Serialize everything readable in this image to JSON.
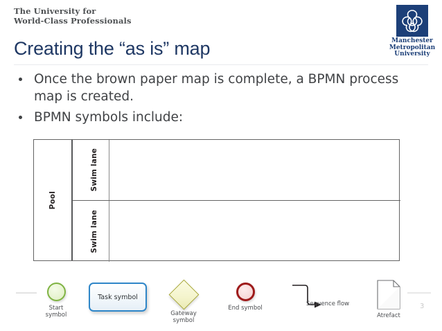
{
  "header": {
    "strapline_line1": "The University for",
    "strapline_line2": "World-Class Professionals",
    "logo": {
      "name": "manchester-metropolitan-university-logo",
      "line1": "Manchester",
      "line2": "Metropolitan",
      "line3": "University",
      "mark_color": "#1c3f78",
      "text_color": "#1c3f78"
    }
  },
  "title": "Creating the “as is” map",
  "bullets": [
    "Once the brown paper map is complete, a BPMN process map is created.",
    "BPMN symbols include:"
  ],
  "pool_diagram": {
    "pool_label": "Pool",
    "lanes": [
      {
        "label": "Swim lane"
      },
      {
        "label": "Swim lane"
      }
    ],
    "border_color": "#636363"
  },
  "symbols": [
    {
      "id": "start",
      "caption": "Start\nsymbol",
      "shape": "circle",
      "stroke": "#7fb342",
      "fill": "#e6f3cf"
    },
    {
      "id": "task",
      "caption": "",
      "label": "Task symbol",
      "shape": "rounded-rectangle",
      "stroke": "#2e86c8",
      "fill": "#f2f7fb"
    },
    {
      "id": "gateway",
      "caption": "Gateway\nsymbol",
      "shape": "diamond",
      "stroke": "#a6a634",
      "fill": "#f4f4cc"
    },
    {
      "id": "end",
      "caption": "End symbol",
      "shape": "circle-thick",
      "stroke": "#9e1b1b",
      "fill": "#f8dcdc"
    },
    {
      "id": "sequence-flow",
      "caption": "Sequence flow",
      "shape": "elbow-arrow",
      "stroke": "#231f20"
    },
    {
      "id": "artefact",
      "caption": "Atrefact",
      "shape": "document",
      "stroke": "#6d6e71",
      "fill": "#ffffff"
    }
  ],
  "footer": {
    "page_number": "3"
  }
}
